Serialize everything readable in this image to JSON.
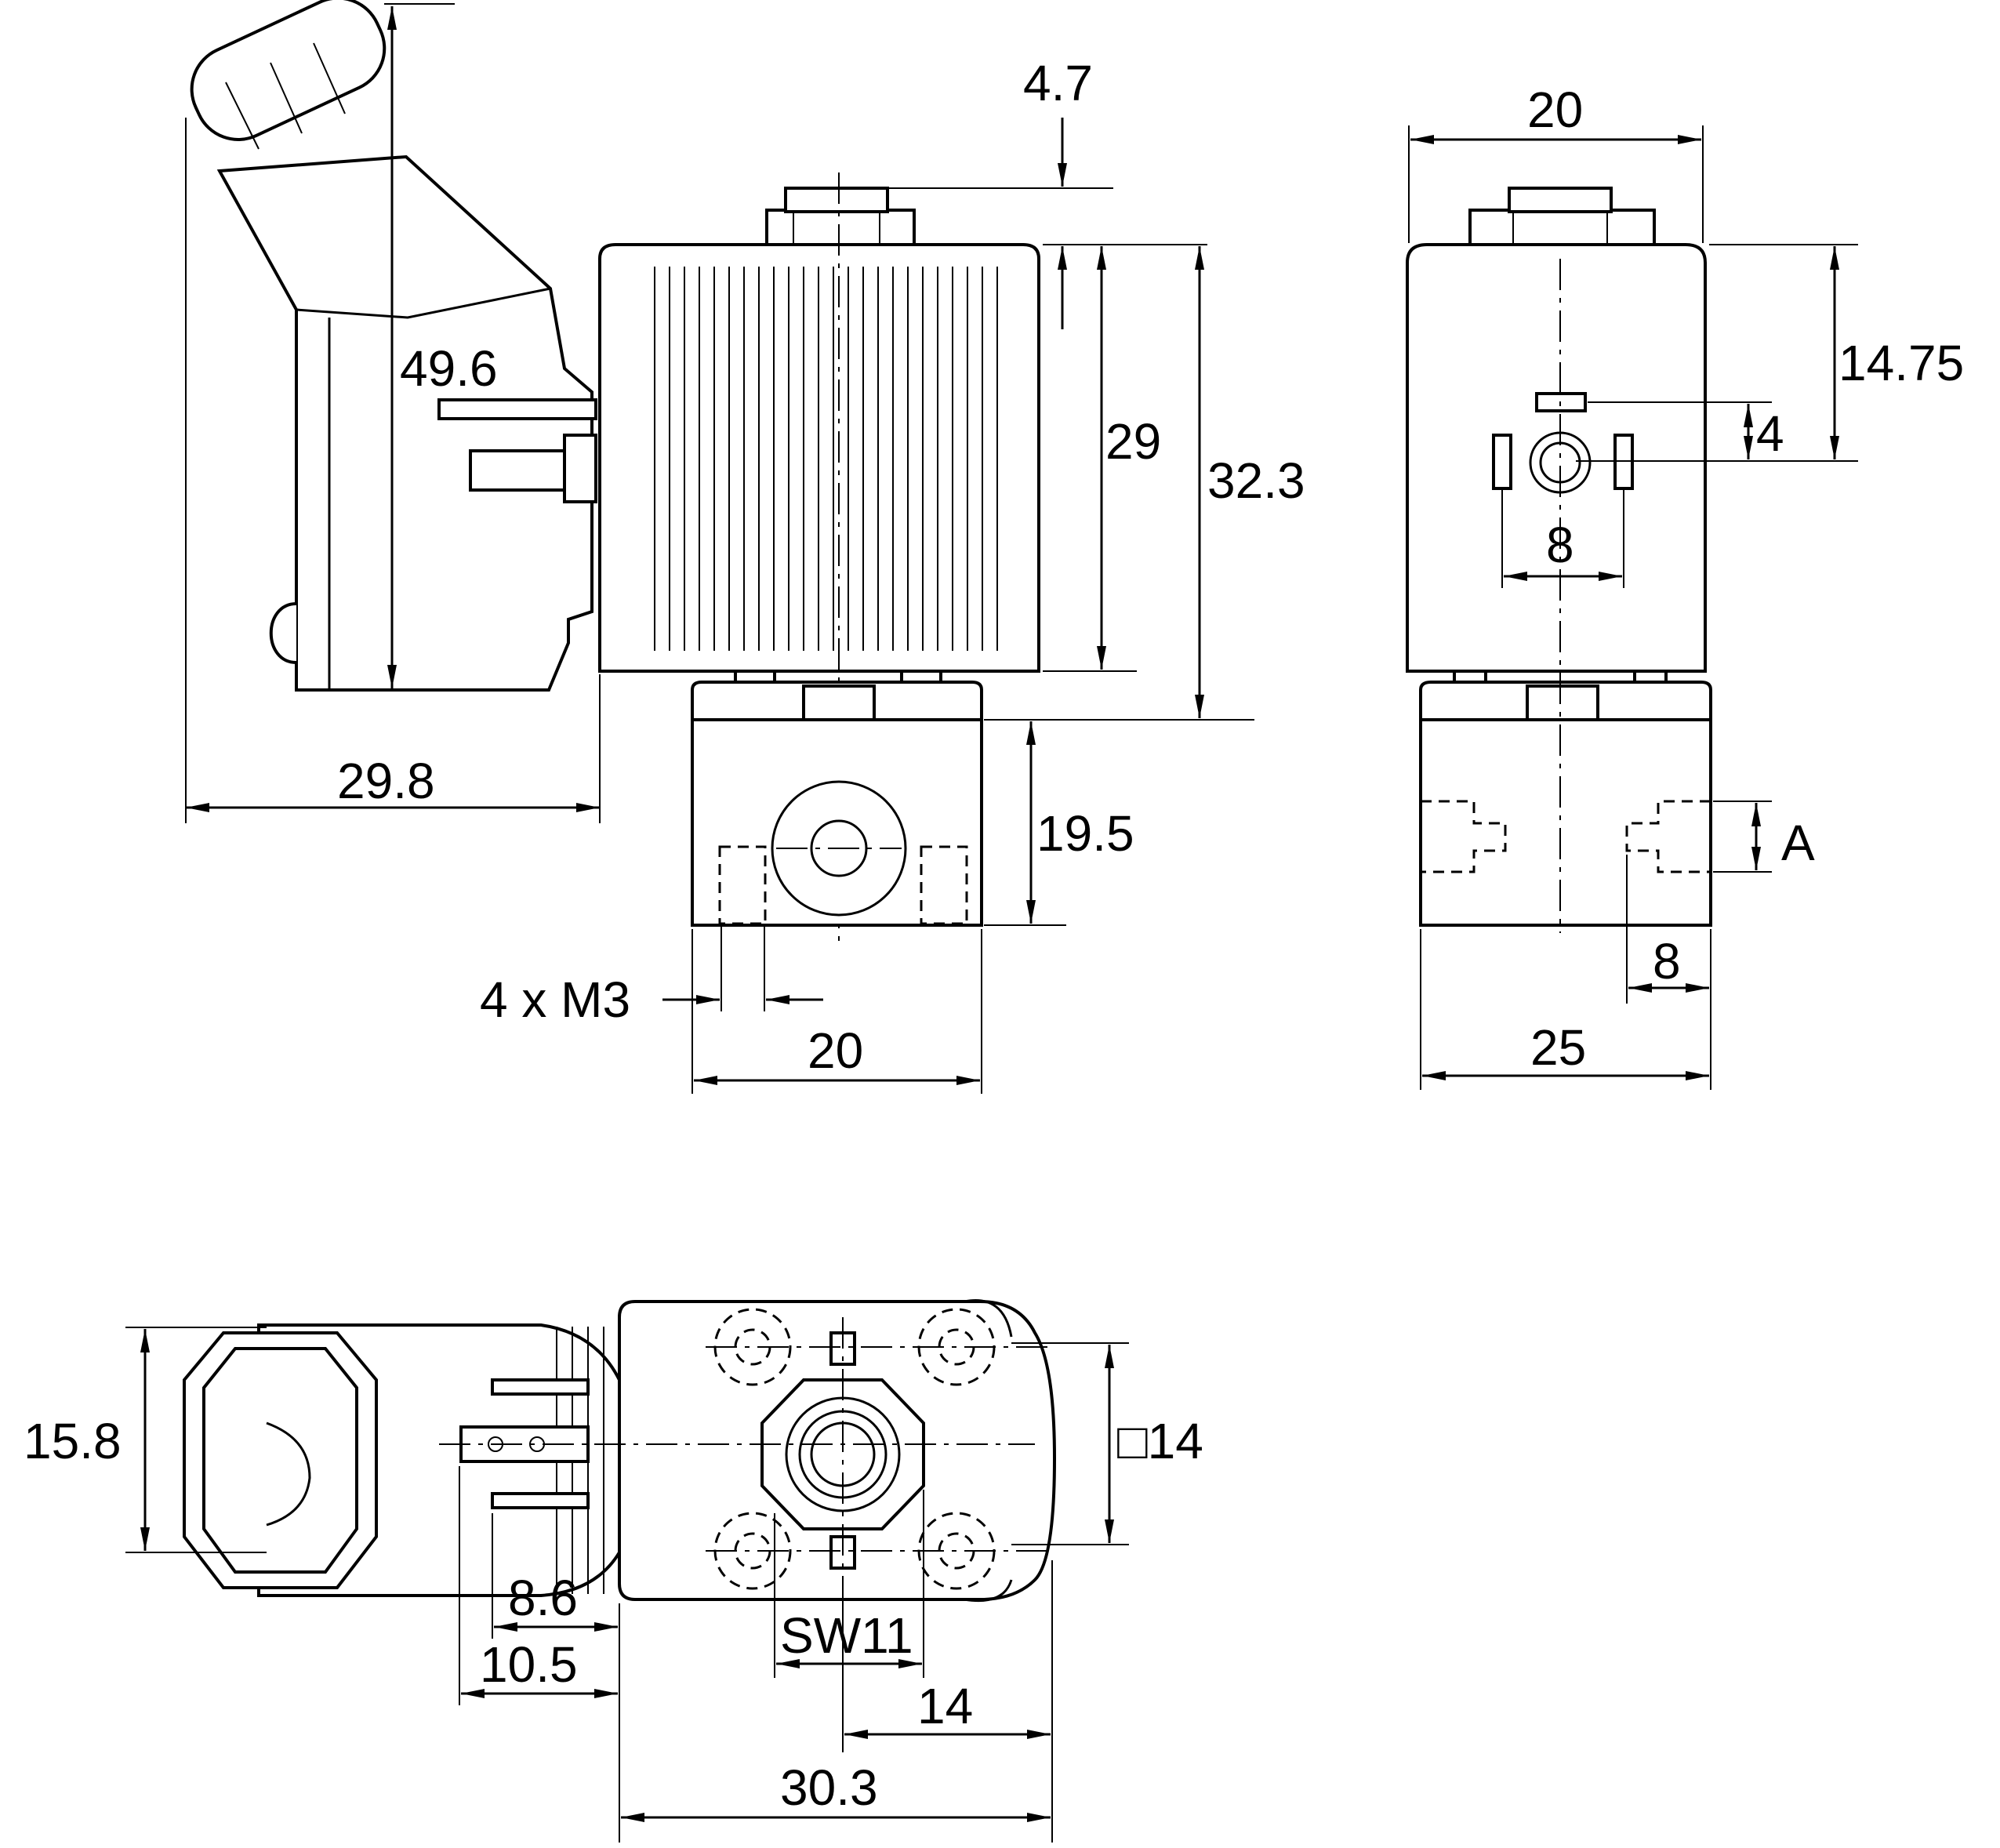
{
  "dimensions": {
    "total_height": "49.6",
    "body_depth": "29.8",
    "top_nut_height": "4.7",
    "coil_height": "29",
    "coil_plus_flange_height": "32.3",
    "base_height": "19.5",
    "thread_spec": "4 x M3",
    "base_width_front": "20",
    "coil_width_side": "20",
    "port_offset_height": "14.75",
    "pin_spacing_vertical": "4",
    "pin_spacing_horizontal": "8",
    "port_label": "A",
    "port_width": "8",
    "base_width_side": "25",
    "connector_width": "15.8",
    "square_size": "□14",
    "pin_offset_1": "8.6",
    "pin_offset_2": "10.5",
    "wrench_size": "SW11",
    "half_length": "14",
    "total_length": "30.3"
  }
}
